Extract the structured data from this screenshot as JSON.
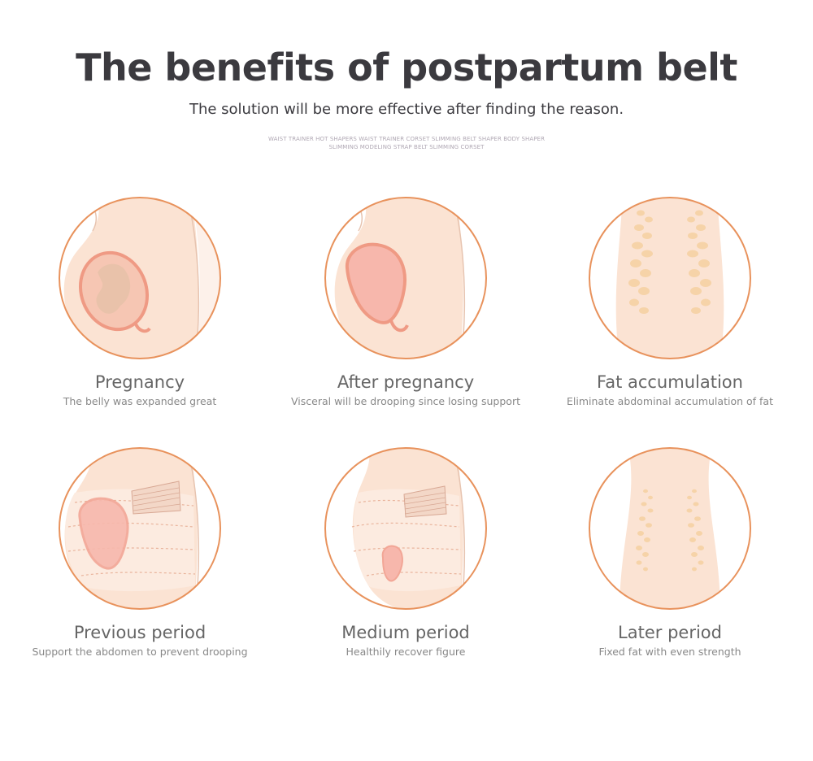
{
  "header": {
    "title": "The benefits of postpartum belt",
    "subtitle": "The solution will be more effective after finding the reason.",
    "keywords": "WAIST TRAINER HOT SHAPERS WAIST TRAINER CORSET SLIMMING BELT SHAPER BODY SHAPER SLIMMING MODELING STRAP BELT SLIMMING CORSET"
  },
  "cards": [
    {
      "icon": "pregnant-belly-icon",
      "label": "Pregnancy",
      "desc": "The belly was expanded great"
    },
    {
      "icon": "postpregnancy-belly-icon",
      "label": "After pregnancy",
      "desc": "Visceral will be drooping since losing support"
    },
    {
      "icon": "fat-accumulation-icon",
      "label": "Fat accumulation",
      "desc": "Eliminate abdominal accumulation of fat"
    },
    {
      "icon": "belt-support-icon",
      "label": "Previous period",
      "desc": "Support the abdomen to prevent drooping"
    },
    {
      "icon": "belt-recovery-icon",
      "label": "Medium period",
      "desc": "Healthily recover figure"
    },
    {
      "icon": "slim-waist-icon",
      "label": "Later period",
      "desc": "Fixed fat with even strength"
    }
  ],
  "colors": {
    "circle_stroke": "#e8925c",
    "skin": "#fbe3d3",
    "uterus": "#f4a79a",
    "fat": "#f6d3a8",
    "text_dark": "#3b3a3f",
    "text_gray": "#888888"
  }
}
